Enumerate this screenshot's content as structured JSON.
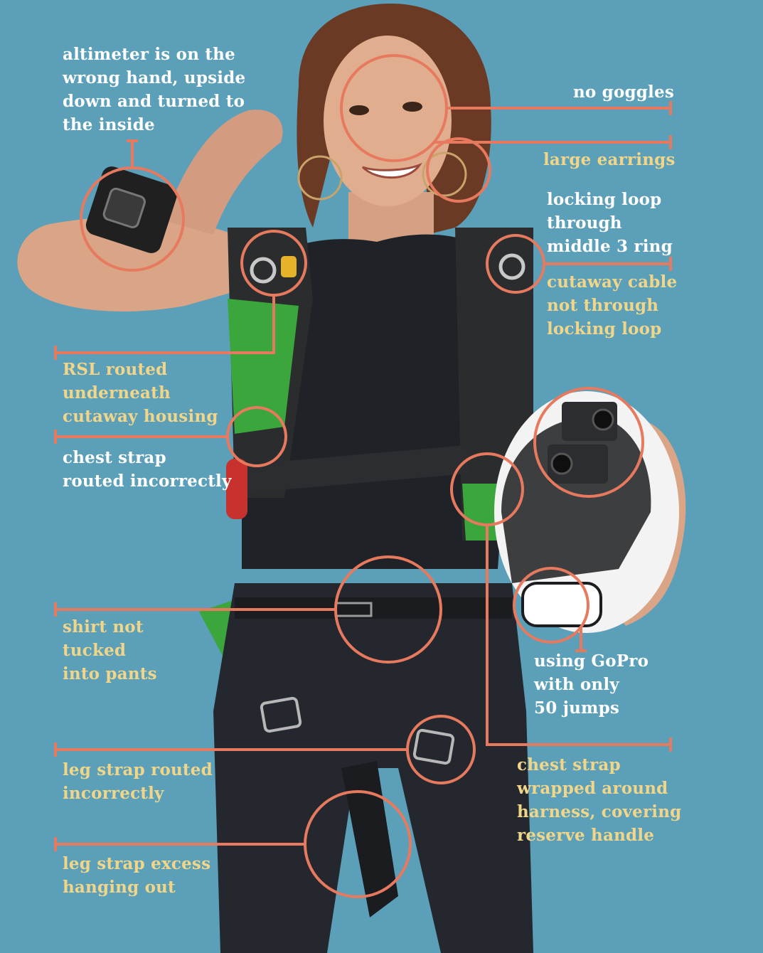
{
  "palette": {
    "background": "#5b9fb9",
    "accent": "#e77a5e",
    "label_white": "#ffffff",
    "label_yellow": "#f1d68a"
  },
  "annotations": [
    {
      "id": "altimeter",
      "lines": [
        "altimeter is on the",
        "wrong hand, upside",
        "down and turned to",
        "the inside"
      ],
      "color": "white"
    },
    {
      "id": "goggles",
      "lines": [
        "no goggles"
      ],
      "color": "white"
    },
    {
      "id": "earrings",
      "lines": [
        "large earrings"
      ],
      "color": "yellow"
    },
    {
      "id": "locking-loop",
      "lines": [
        "locking loop",
        "through",
        "middle 3 ring"
      ],
      "color": "white"
    },
    {
      "id": "cutaway-cable",
      "lines": [
        "cutaway cable",
        "not through",
        "locking loop"
      ],
      "color": "yellow"
    },
    {
      "id": "rsl",
      "lines": [
        "RSL routed",
        "underneath",
        "cutaway housing"
      ],
      "color": "yellow"
    },
    {
      "id": "chest-strap-routing",
      "lines": [
        "chest strap",
        "routed incorrectly"
      ],
      "color": "white"
    },
    {
      "id": "shirt",
      "lines": [
        "shirt not",
        "tucked",
        "into pants"
      ],
      "color": "yellow"
    },
    {
      "id": "gopro",
      "lines": [
        "using GoPro",
        "with only",
        "50 jumps"
      ],
      "color": "white"
    },
    {
      "id": "chest-strap-wrapped",
      "lines": [
        "chest strap",
        "wrapped around",
        "harness, covering",
        "reserve handle"
      ],
      "color": "yellow"
    },
    {
      "id": "leg-strap-routing",
      "lines": [
        "leg strap routed",
        "incorrectly"
      ],
      "color": "yellow"
    },
    {
      "id": "leg-strap-excess",
      "lines": [
        "leg strap excess",
        "hanging out"
      ],
      "color": "yellow"
    }
  ]
}
